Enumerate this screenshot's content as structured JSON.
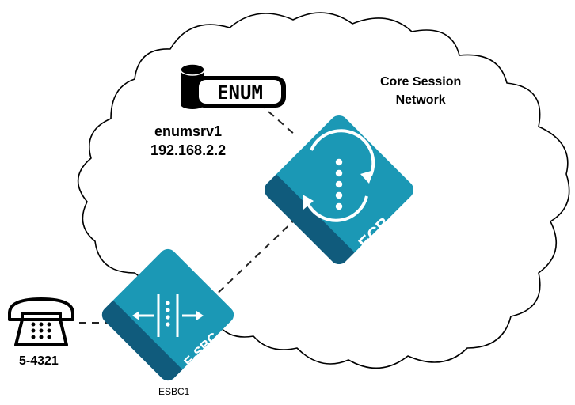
{
  "network": {
    "line1": "Core Session",
    "line2": "Network"
  },
  "enum_server": {
    "badge": "ENUM",
    "hostname": "enumsrv1",
    "ip": "192.168.2.2"
  },
  "ecb": {
    "label": "ECB"
  },
  "esbc": {
    "label": "E-SBC",
    "name": "ESBC1"
  },
  "phone": {
    "number": "5-4321"
  },
  "colors": {
    "teal": "#1b98b5",
    "dark_blue": "#105b7c",
    "cloud_stroke": "#000000",
    "link": "#222222"
  }
}
